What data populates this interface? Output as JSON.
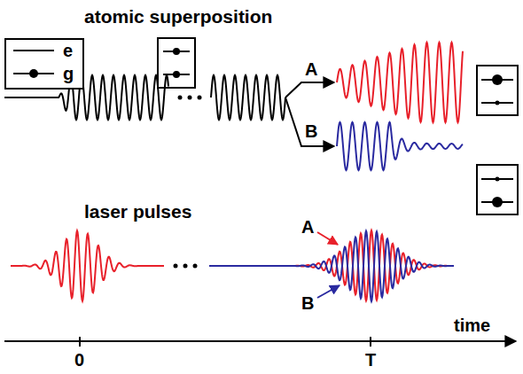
{
  "diagram": {
    "nodes": [
      {
        "text": [
          "e",
          "g"
        ]
      }
    ],
    "labels": [
      "atomic superposition",
      "A",
      "B",
      "laser pulses",
      "A",
      "B",
      "0",
      "T",
      "time"
    ]
  }
}
